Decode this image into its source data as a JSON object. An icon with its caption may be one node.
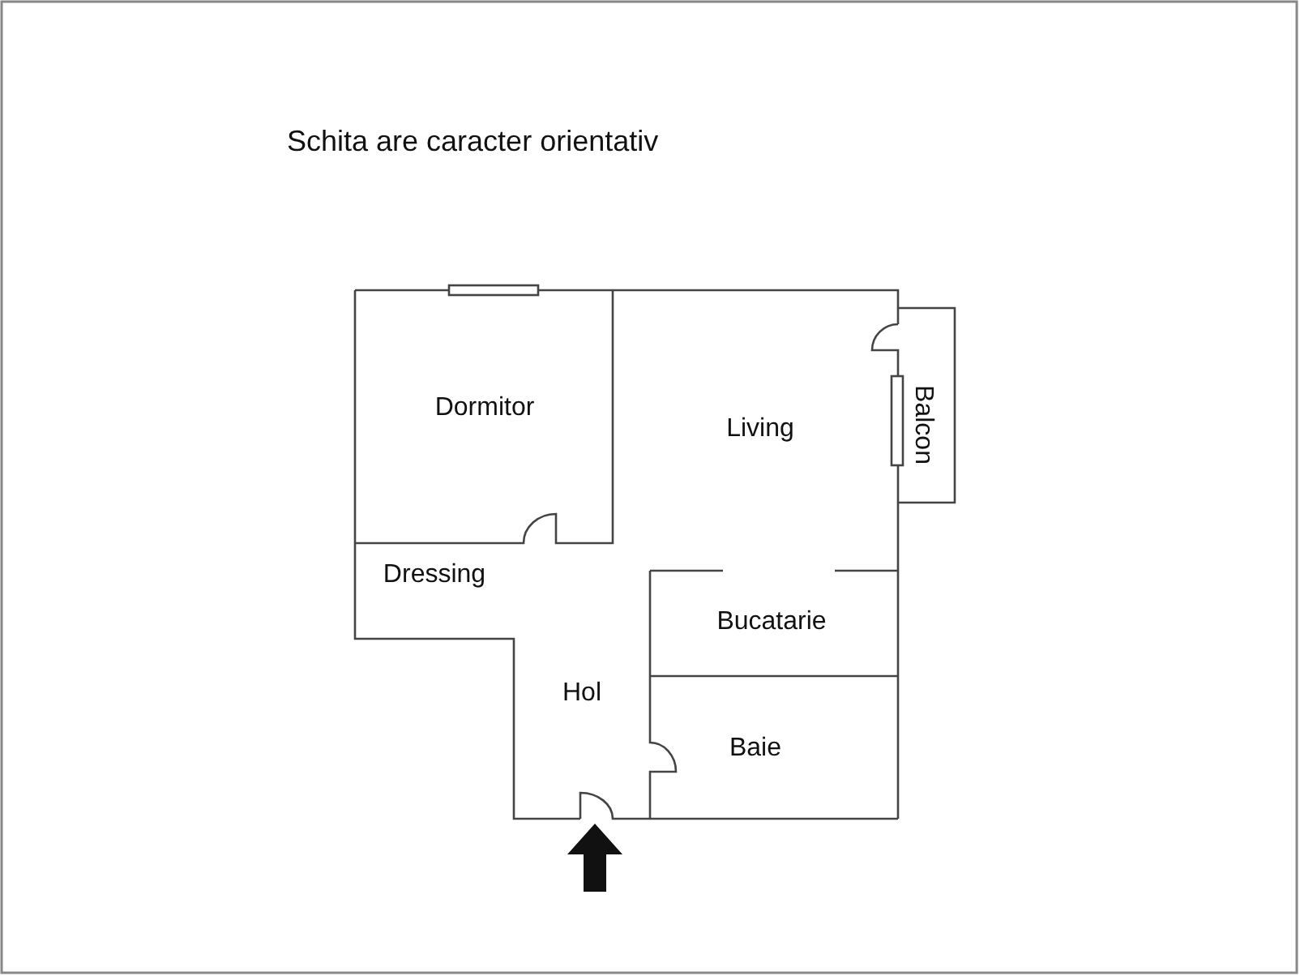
{
  "diagram": {
    "labels": [
      "Schita are caracter orientativ",
      "Dormitor",
      "Living",
      "Balcon",
      "Dressing",
      "Bucatarie",
      "Hol",
      "Baie"
    ]
  }
}
